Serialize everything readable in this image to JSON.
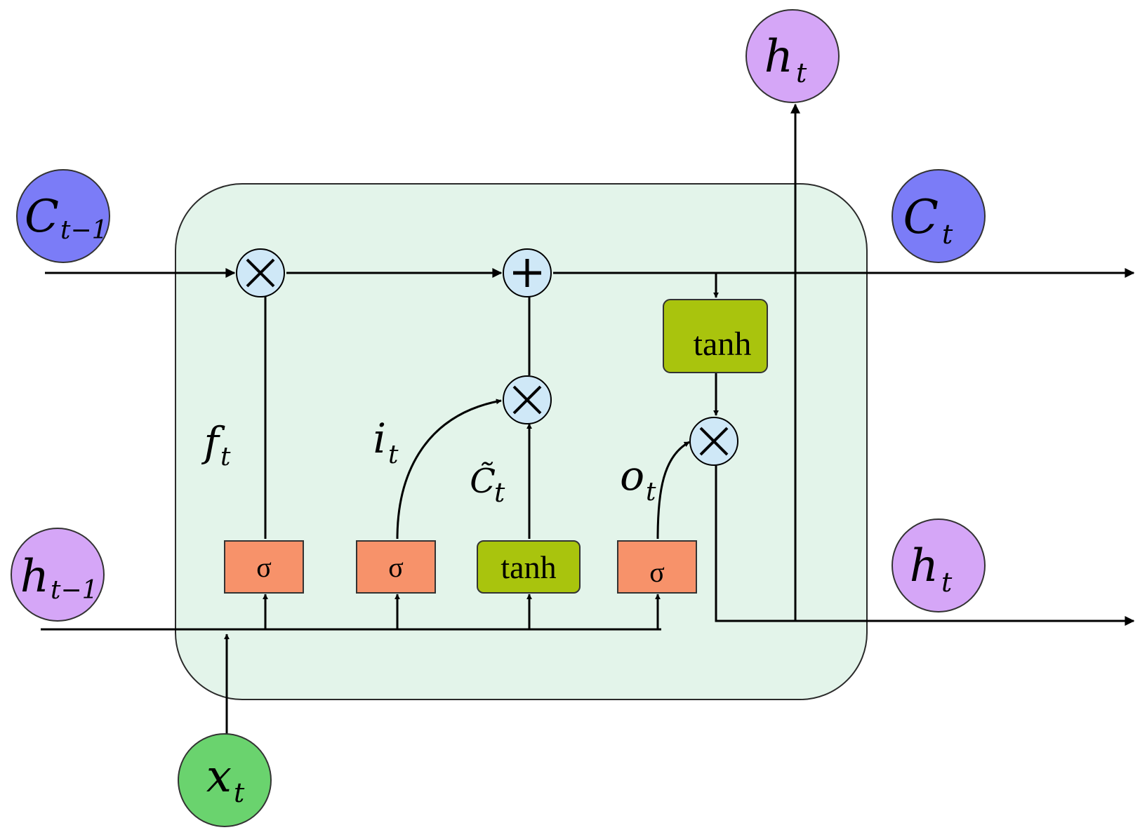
{
  "colors": {
    "cell_fill": "#e3f4ea",
    "cell_stroke": "#2a2a2a",
    "sigma_fill": "#f7926a",
    "tanh_fill": "#a9c40d",
    "op_fill": "#cfe8f7",
    "h_node_fill": "#d5a6f7",
    "c_node_fill": "#7b7cf7",
    "x_node_fill": "#6ad36e",
    "line": "#000000"
  },
  "nodes": {
    "c_prev": {
      "base": "C",
      "sub": "t−1"
    },
    "c_out": {
      "base": "C",
      "sub": "t"
    },
    "h_prev": {
      "base": "h",
      "sub": "t−1"
    },
    "h_out_top": {
      "base": "h",
      "sub": "t"
    },
    "h_out_right": {
      "base": "h",
      "sub": "t"
    },
    "x_in": {
      "base": "x",
      "sub": "t"
    }
  },
  "gates": {
    "forget": "σ",
    "input": "σ",
    "candidate": "tanh",
    "output": "σ",
    "cell_tanh": "tanh"
  },
  "operators": {
    "forget_mul": "multiply-icon",
    "cell_add": "plus-icon",
    "input_mul": "multiply-icon",
    "output_mul": "multiply-icon"
  },
  "labels": {
    "f": {
      "base": "f",
      "sub": "t"
    },
    "i": {
      "base": "i",
      "sub": "t"
    },
    "c_tilde": {
      "base": "C̃",
      "sub": "t"
    },
    "o": {
      "base": "o",
      "sub": "t"
    }
  }
}
